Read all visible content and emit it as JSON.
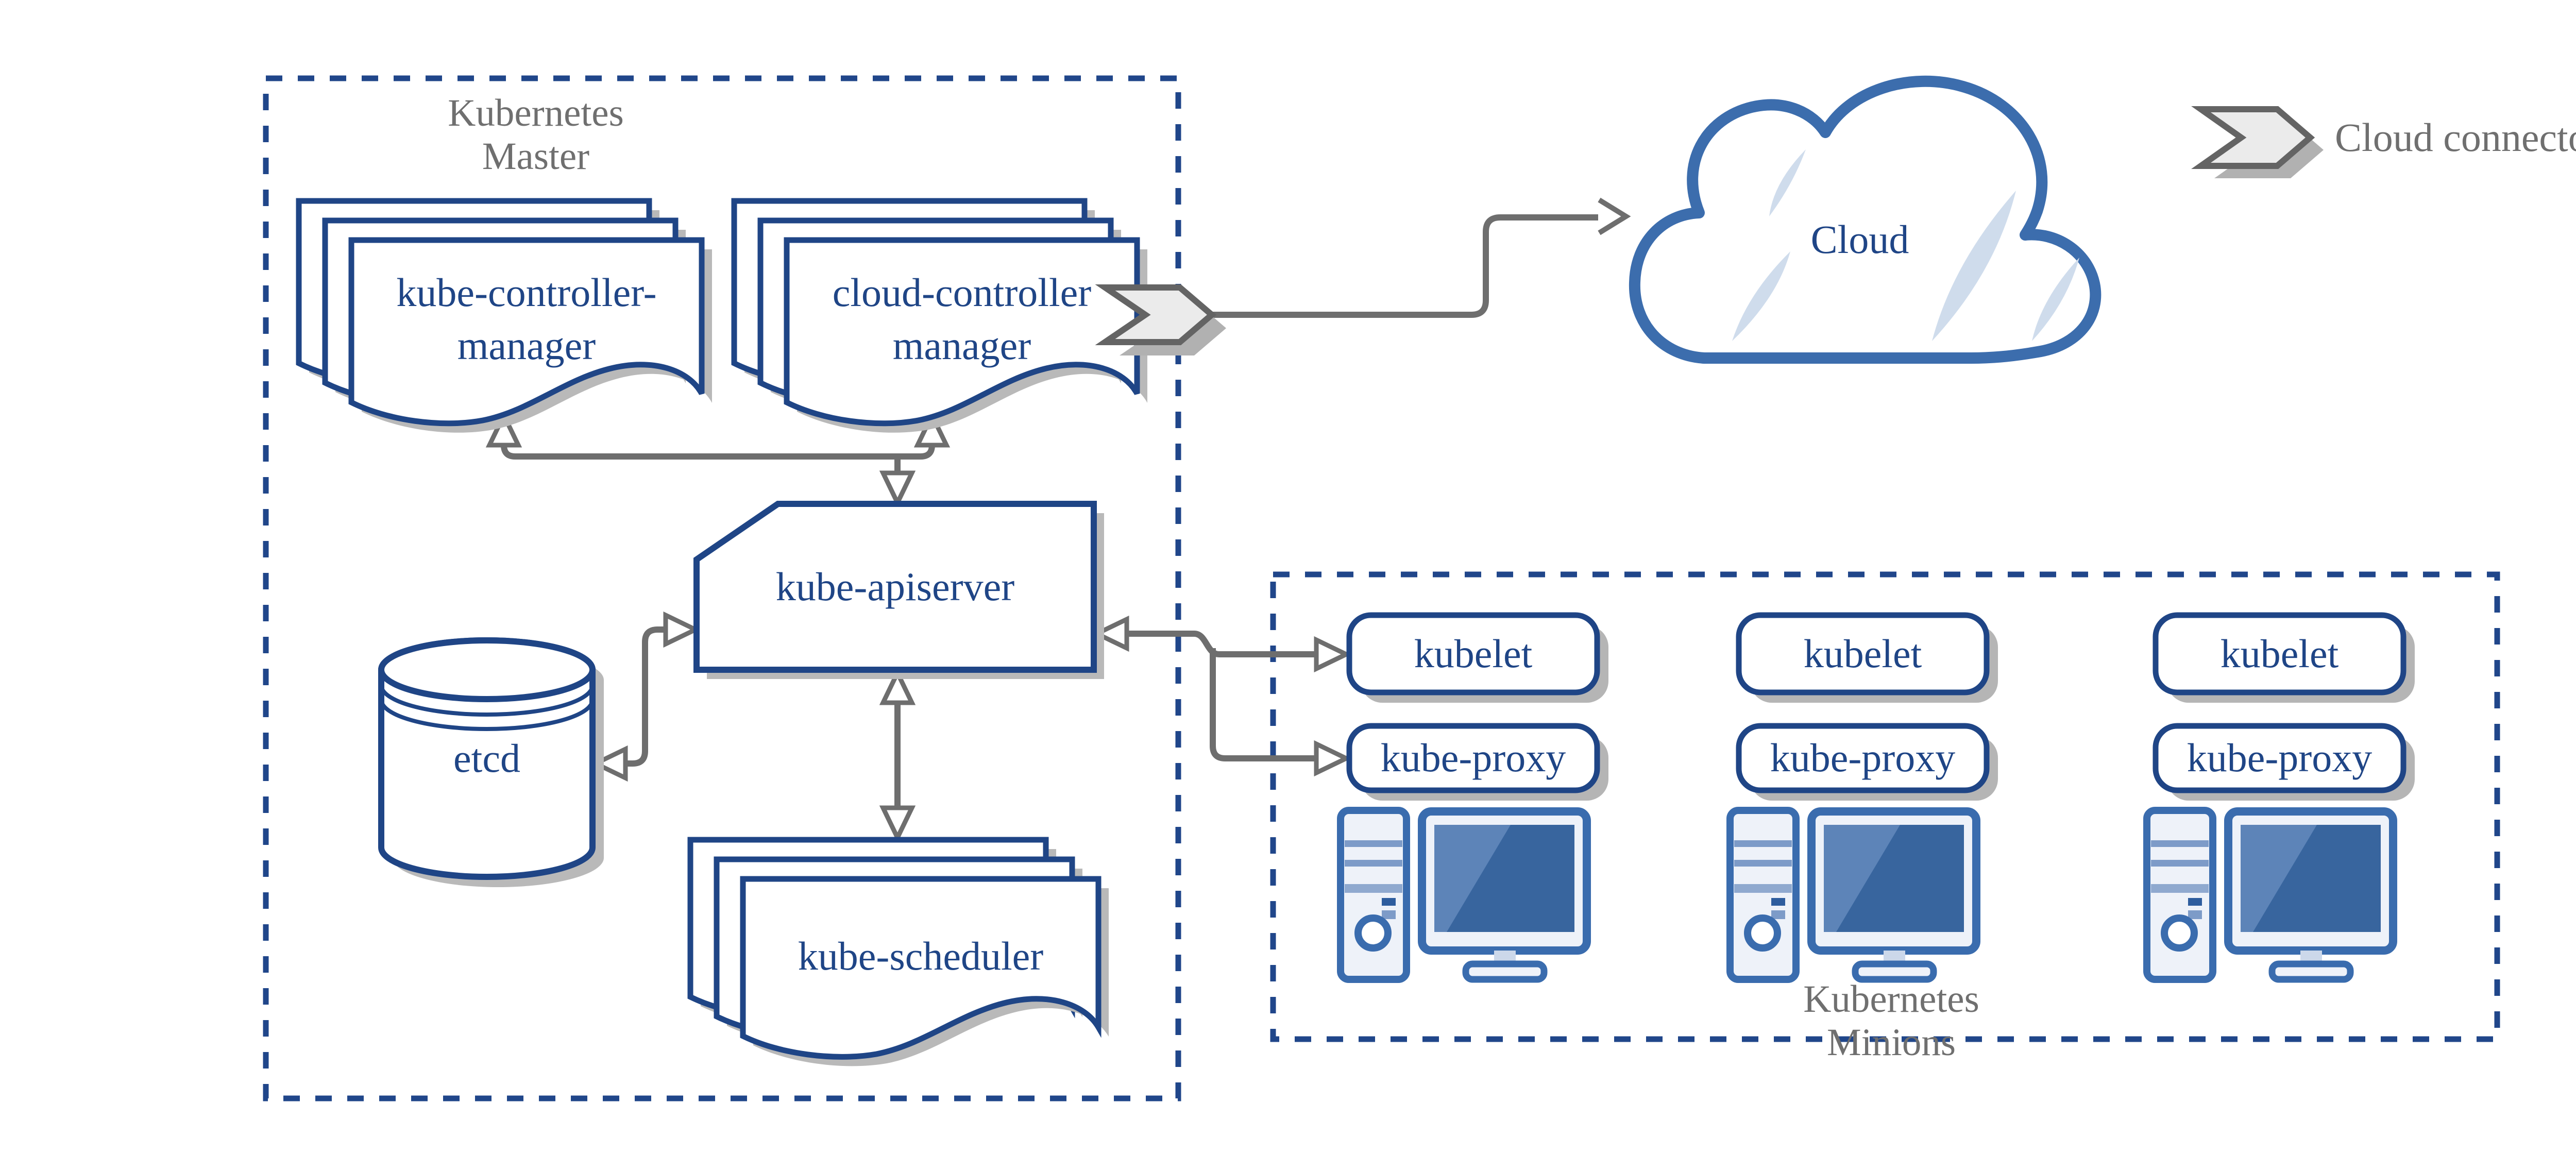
{
  "master": {
    "title_line1": "Kubernetes",
    "title_line2": "Master",
    "kcm_line1": "kube-controller-",
    "kcm_line2": "manager",
    "ccm_line1": "cloud-controller",
    "ccm_line2": "manager",
    "apiserver": "kube-apiserver",
    "etcd": "etcd",
    "scheduler": "kube-scheduler"
  },
  "cloud": {
    "label": "Cloud"
  },
  "legend": {
    "label": "Cloud connector",
    "icon": "cloud-connector-chevron-icon"
  },
  "minions": {
    "title_line1": "Kubernetes",
    "title_line2": "Minions",
    "nodes": [
      {
        "kubelet": "kubelet",
        "kube_proxy": "kube-proxy",
        "icon": "workstation-icon"
      },
      {
        "kubelet": "kubelet",
        "kube_proxy": "kube-proxy",
        "icon": "workstation-icon"
      },
      {
        "kubelet": "kubelet",
        "kube_proxy": "kube-proxy",
        "icon": "workstation-icon"
      }
    ]
  },
  "colors": {
    "shape_border": "#1f4586",
    "shape_text": "#1f4586",
    "dashed_border": "#20468a",
    "muted_text": "#6f6f6f",
    "arrow": "#6e6e6e",
    "shadow": "#b5b5b5",
    "cloud_border": "#3c6dad",
    "cloud_accent": "#cfdcec",
    "icon_frame": "#3a6cae",
    "icon_fill": "#eef2f9",
    "icon_screen": "#38659e",
    "chevron_fill": "#ebebeb",
    "chevron_border": "#646464"
  }
}
